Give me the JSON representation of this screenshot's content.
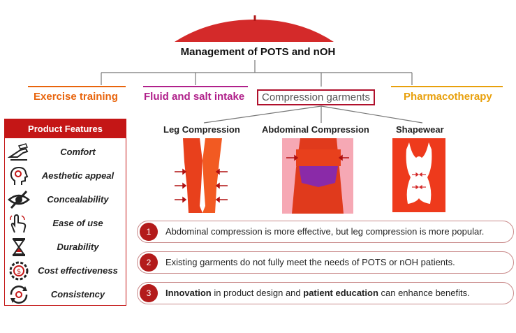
{
  "diagram": {
    "title": "Management of POTS and nOH",
    "branches": [
      {
        "label": "Exercise training",
        "color": "#e8640c"
      },
      {
        "label": "Fluid and salt intake",
        "color": "#b0208a"
      },
      {
        "label": "Compression garments",
        "color": "#555555"
      },
      {
        "label": "Pharmacotherapy",
        "color": "#e8a00c"
      }
    ],
    "sub_branches": [
      "Leg Compression",
      "Abdominal Compression",
      "Shapewear"
    ],
    "product_features": {
      "header": "Product Features",
      "items": [
        {
          "label": "Comfort",
          "icon": "hand-fabric-icon"
        },
        {
          "label": "Aesthetic appeal",
          "icon": "head-gear-icon"
        },
        {
          "label": "Concealability",
          "icon": "eye-slash-icon"
        },
        {
          "label": "Ease of use",
          "icon": "hand-touch-icon"
        },
        {
          "label": "Durability",
          "icon": "hourglass-icon"
        },
        {
          "label": "Cost effectiveness",
          "icon": "coin-gear-icon"
        },
        {
          "label": "Consistency",
          "icon": "cycle-gear-icon"
        }
      ]
    },
    "findings": [
      {
        "number": "1",
        "text": "Abdominal compression is more effective, but leg compression is more popular."
      },
      {
        "number": "2",
        "text": "Existing garments do not fully meet the needs of POTS or nOH patients."
      },
      {
        "number": "3",
        "bold1": "Innovation",
        "mid": " in product design and ",
        "bold2": "patient education",
        "end": " can enhance benefits."
      }
    ],
    "colors": {
      "accent_red": "#c41616",
      "umbrella": "#d42a2a",
      "garment": "#e8401c"
    }
  }
}
